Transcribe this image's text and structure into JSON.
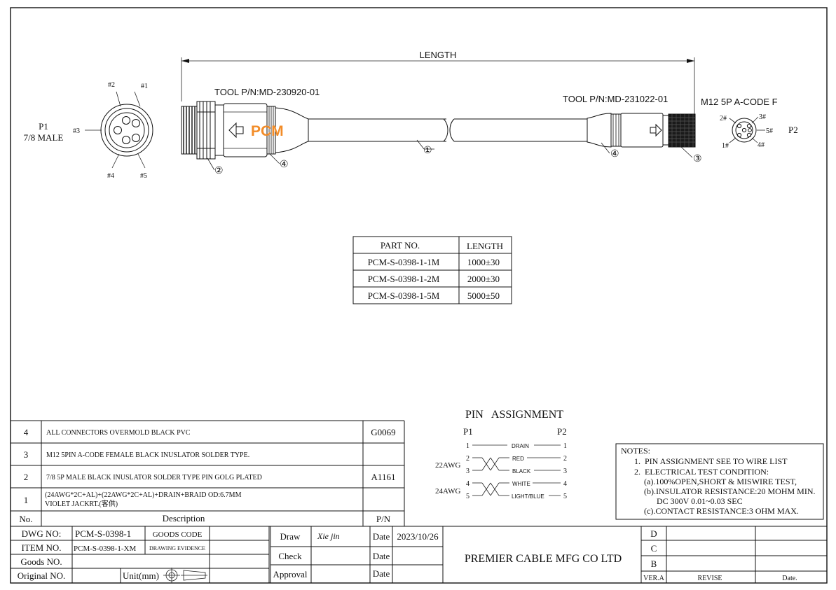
{
  "drawing": {
    "length_label": "LENGTH",
    "tool_p1": "TOOL P/N:MD-230920-01",
    "tool_p2": "TOOL P/N:MD-231022-01",
    "p1_label": "P1",
    "p1_type": "7/8 MALE",
    "p2_label": "P2",
    "p2_type": "M12 5P A-CODE F",
    "p1_pins": [
      "#1",
      "#2",
      "#3",
      "#4",
      "#5"
    ],
    "p2_pins": [
      "1#",
      "2#",
      "3#",
      "4#",
      "5#"
    ],
    "callouts": [
      "①",
      "②",
      "③",
      "④",
      "④"
    ],
    "logo_text": "PCM"
  },
  "part_table": {
    "headers": [
      "PART NO.",
      "LENGTH"
    ],
    "rows": [
      [
        "PCM-S-0398-1-1M",
        "1000±30"
      ],
      [
        "PCM-S-0398-1-2M",
        "2000±30"
      ],
      [
        "PCM-S-0398-1-5M",
        "5000±50"
      ]
    ]
  },
  "pin_assignment": {
    "title": "PIN   ASSIGNMENT",
    "left_header": "P1",
    "right_header": "P2",
    "gauge_a": "22AWG",
    "gauge_b": "24AWG",
    "rows": [
      {
        "p1": "1",
        "color": "DRAIN",
        "p2": "1"
      },
      {
        "p1": "2",
        "color": "RED",
        "p2": "2"
      },
      {
        "p1": "3",
        "color": "BLACK",
        "p2": "3"
      },
      {
        "p1": "4",
        "color": "WHITE",
        "p2": "4"
      },
      {
        "p1": "5",
        "color": "LIGHT/BLUE",
        "p2": "5"
      }
    ]
  },
  "notes": {
    "title": "NOTES:",
    "lines": [
      "1.  PIN ASSIGNMENT SEE TO WIRE LIST",
      "2.  ELECTRICAL TEST CONDITION:",
      "(a).100%OPEN,SHORT & MISWIRE TEST,",
      "(b).INSULATOR RESISTANCE:20 MOHM MIN.",
      "DC 300V 0.01~0.03 SEC",
      "(c).CONTACT RESISTANCE:3 OHM MAX."
    ]
  },
  "bom": {
    "rows": [
      {
        "no": "4",
        "desc": "ALL CONNECTORS OVERMOLD BLACK PVC",
        "pn": "G0069"
      },
      {
        "no": "3",
        "desc": "M12 5PIN A-CODE FEMALE BLACK INUSLATOR SOLDER TYPE.",
        "pn": ""
      },
      {
        "no": "2",
        "desc": "7/8 5P MALE BLACK INUSLATOR SOLDER TYPE PIN GOLG PLATED",
        "pn": "A1161"
      },
      {
        "no": "1",
        "desc": "(24AWG*2C+AL)+(22AWG*2C+AL)+DRAIN+BRAID OD:6.7MM",
        "desc2": "VIOLET JACKRT.(客供)",
        "pn": ""
      }
    ],
    "header_no": "No.",
    "header_desc": "Description",
    "header_pn": "P/N"
  },
  "title_block": {
    "dwg_no_label": "DWG NO:",
    "dwg_no": "PCM-S-0398-1",
    "goods_code_label": "GOODS CODE",
    "item_no_label": "ITEM NO.",
    "item_no": "PCM-S-0398-1-XM",
    "drawing_evidence_label": "DRAWING EVIDENCE",
    "goods_no_label": "Goods NO.",
    "original_no_label": "Original NO.",
    "unit_label": "Unit(mm)",
    "draw_label": "Draw",
    "draw_sign": "Xie jin",
    "check_label": "Check",
    "approval_label": "Approval",
    "date_label": "Date",
    "draw_date": "2023/10/26",
    "company": "PREMIER CABLE MFG CO LTD",
    "rev_rows": [
      "D",
      "C",
      "B"
    ],
    "ver_label": "VER.A",
    "revise_label": "REVISE",
    "date_col_label": "Date."
  }
}
